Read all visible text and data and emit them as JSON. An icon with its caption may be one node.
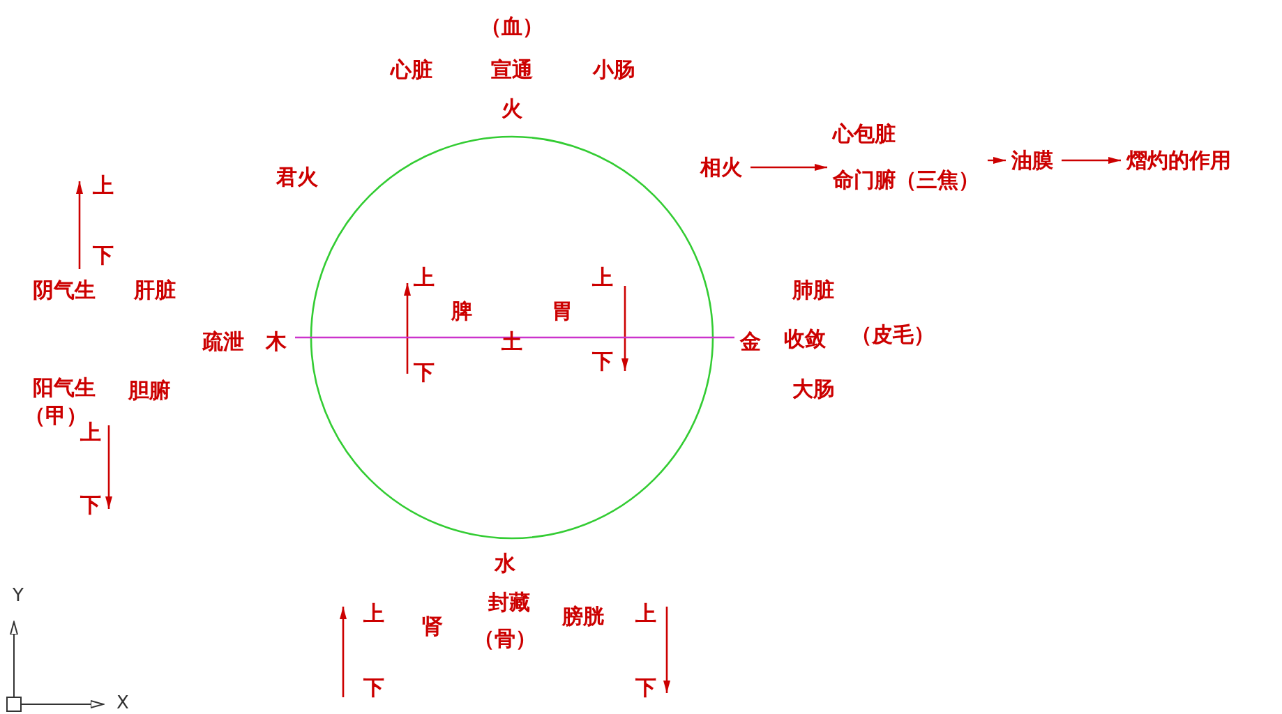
{
  "diagram": {
    "nodes": [
      {
        "text": [
          "木"
        ]
      },
      {
        "text": [
          "金"
        ]
      },
      {
        "text": [
          "相火"
        ]
      },
      {
        "text": [
          "心包脏",
          "命门腑（三焦）"
        ]
      },
      {
        "text": [
          "油膜"
        ]
      },
      {
        "text": [
          "熠灼的作用"
        ]
      }
    ],
    "edges": [
      {
        "from": 0,
        "to": 1,
        "arrow": "none",
        "color": "#cc33cc"
      },
      {
        "from": 2,
        "to": 3,
        "arrow": "to"
      },
      {
        "from": 3,
        "to": 4,
        "arrow": "to"
      },
      {
        "from": 4,
        "to": 5,
        "arrow": "to"
      }
    ],
    "labels": [
      "（血）",
      "心脏",
      "宣通",
      "小肠",
      "火",
      "上",
      "君火",
      "下",
      "阴气生",
      "肝脏",
      "上",
      "上",
      "肺脏",
      "脾",
      "胃",
      "疏泄",
      "土",
      "收敛",
      "（皮毛）",
      "下",
      "下",
      "阳气生",
      "胆腑",
      "大肠",
      "（甲）",
      "上",
      "下",
      "水",
      "上",
      "肾",
      "封藏",
      "膀胱",
      "上",
      "（骨）",
      "下",
      "下",
      "Y",
      "X"
    ]
  }
}
